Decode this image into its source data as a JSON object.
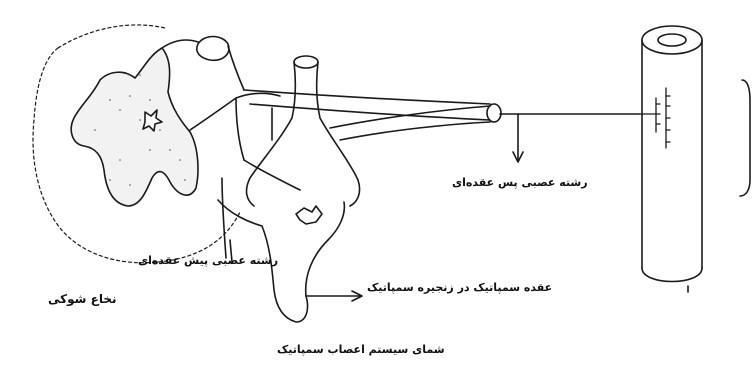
{
  "labels": {
    "postganglionic_fiber": "رشته عصبی پس عقده‌ای",
    "preganglionic_fiber": "رشته عصبی پیش عقده‌ای",
    "sympathetic_ganglion": "عقده سمپاتیک در زنجیره سمپاتیک",
    "spinal_cord": "نخاع شوکی",
    "caption": "شمای سیستم اعصاب سمپاتیک"
  }
}
